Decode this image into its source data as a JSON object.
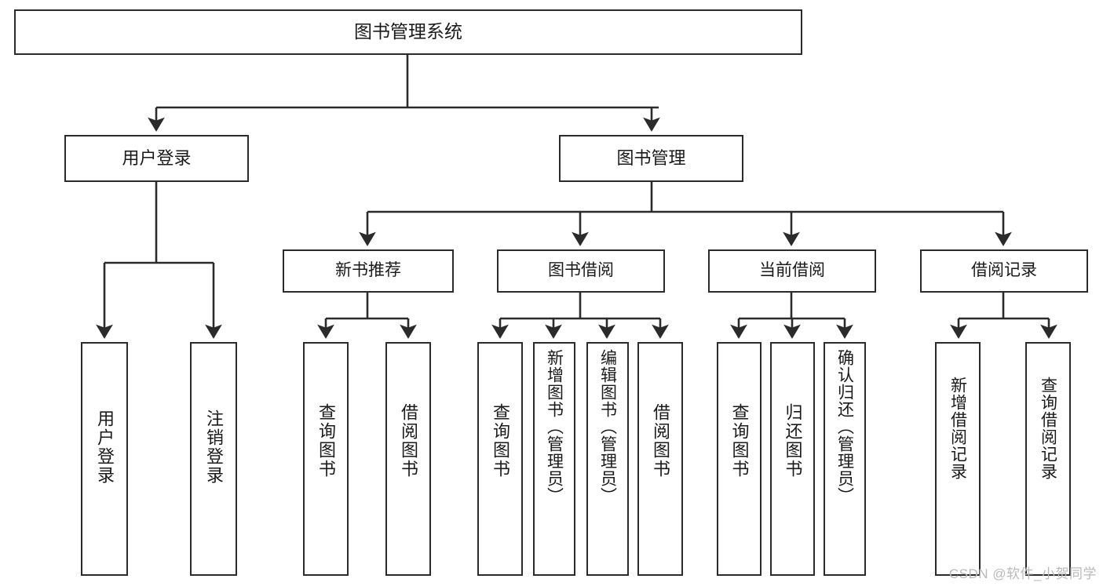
{
  "diagram": {
    "title": "图书管理系统",
    "type": "tree",
    "root": {
      "id": "root",
      "label": "图书管理系统"
    },
    "level2": [
      {
        "id": "user-login",
        "label": "用户登录"
      },
      {
        "id": "book-management",
        "label": "图书管理"
      }
    ],
    "level3": [
      {
        "id": "new-book-recommend",
        "label": "新书推荐"
      },
      {
        "id": "book-borrow",
        "label": "图书借阅"
      },
      {
        "id": "current-borrow",
        "label": "当前借阅"
      },
      {
        "id": "borrow-record",
        "label": "借阅记录"
      }
    ],
    "leaves": {
      "user-login": [
        {
          "id": "leaf-user-login",
          "label": "用户登录"
        },
        {
          "id": "leaf-logout-login",
          "label": "注销登录"
        }
      ],
      "new-book-recommend": [
        {
          "id": "leaf-query-book-1",
          "label": "查询图书"
        },
        {
          "id": "leaf-borrow-book-1",
          "label": "借阅图书"
        }
      ],
      "book-borrow": [
        {
          "id": "leaf-query-book-2",
          "label": "查询图书"
        },
        {
          "id": "leaf-add-book",
          "label": "新增图书（管理员）"
        },
        {
          "id": "leaf-edit-book",
          "label": "编辑图书（管理员）"
        },
        {
          "id": "leaf-borrow-book-2",
          "label": "借阅图书"
        }
      ],
      "current-borrow": [
        {
          "id": "leaf-query-book-3",
          "label": "查询图书"
        },
        {
          "id": "leaf-return-book",
          "label": "归还图书"
        },
        {
          "id": "leaf-confirm-return",
          "label": "确认归还（管理员）"
        }
      ],
      "borrow-record": [
        {
          "id": "leaf-add-record",
          "label": "新增借阅记录"
        },
        {
          "id": "leaf-query-record",
          "label": "查询借阅记录"
        }
      ]
    }
  },
  "watermark": {
    "text": "CSDN @软件_小贺同学"
  },
  "colors": {
    "stroke": "#2b2b2b",
    "box_fill": "#ffffff",
    "text": "#1a1a1a",
    "watermark": "#b9b9b9",
    "page_background": "#ffffff"
  }
}
